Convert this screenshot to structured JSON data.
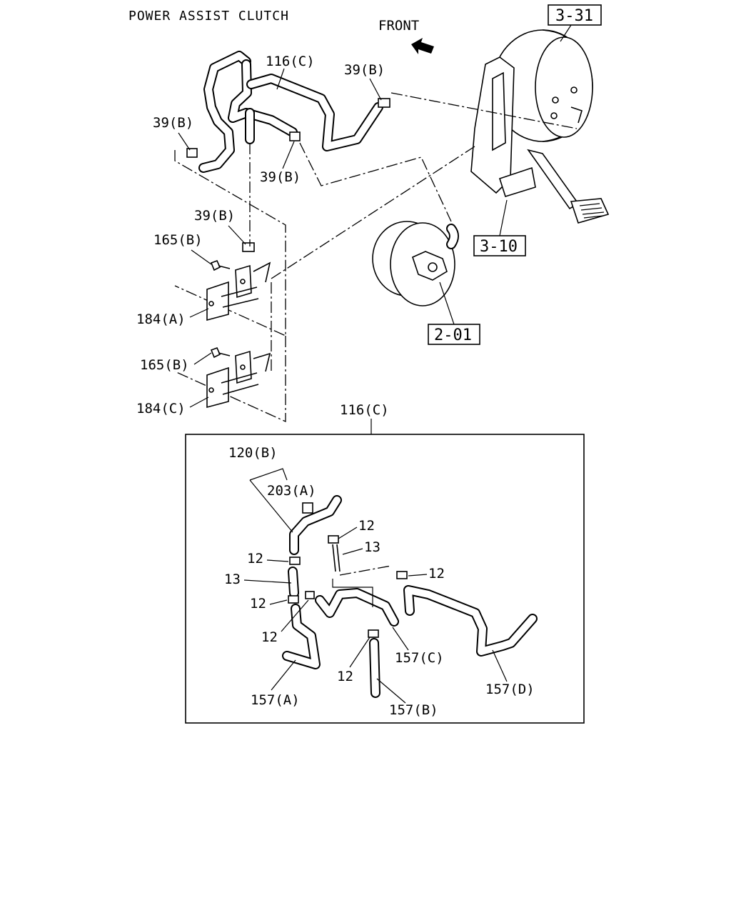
{
  "title": "POWER ASSIST CLUTCH",
  "front_label": "FRONT",
  "reference_boxes": {
    "ref_3_31": "3-31",
    "ref_3_10": "3-10",
    "ref_2_01": "2-01"
  },
  "upper_callouts": {
    "p116c": "116(C)",
    "p39b_top": "39(B)",
    "p39b_left": "39(B)",
    "p39b_mid": "39(B)",
    "p39b_clip": "39(B)",
    "p165b_a": "165(B)",
    "p184a": "184(A)",
    "p165b_b": "165(B)",
    "p184c": "184(C)"
  },
  "detail": {
    "header": "116(C)",
    "p120b": "120(B)",
    "p203a": "203(A)",
    "p12_a": "12",
    "p13_a": "13",
    "p12_b": "12",
    "p12_c": "12",
    "p13_b": "13",
    "p12_d": "12",
    "p12_e": "12",
    "p12_f": "12",
    "p157c": "157(C)",
    "p157a": "157(A)",
    "p157b": "157(B)",
    "p157d": "157(D)"
  }
}
